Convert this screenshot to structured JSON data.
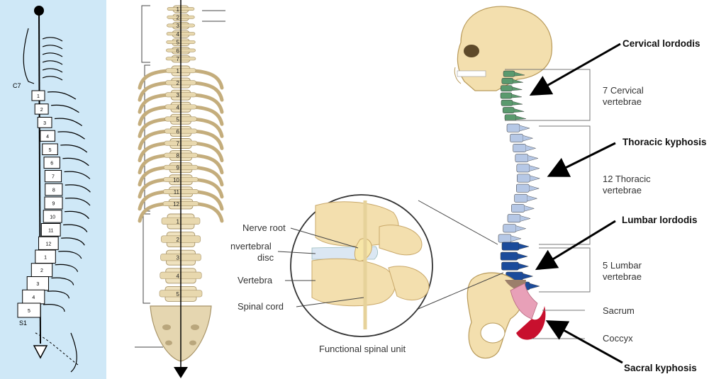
{
  "left_panel": {
    "labels": {
      "c7": "C7",
      "s1": "S1",
      "thoracic": [
        "1",
        "2",
        "3",
        "4",
        "5",
        "6",
        "7",
        "8",
        "9",
        "10",
        "11",
        "12"
      ],
      "lumbar": [
        "1",
        "2",
        "3",
        "4",
        "5"
      ]
    }
  },
  "middle_panel": {
    "labels": {
      "cervical": [
        "1",
        "2",
        "3",
        "4",
        "5",
        "6",
        "7"
      ],
      "thoracic": [
        "1",
        "2",
        "3",
        "4",
        "5",
        "6",
        "7",
        "8",
        "9",
        "10",
        "11",
        "12"
      ],
      "lumbar": [
        "1",
        "2",
        "3",
        "4",
        "5"
      ]
    }
  },
  "right_panel": {
    "inset": {
      "nerve_root": "Nerve root",
      "intervertebral_disc_line1": "nvertebral",
      "intervertebral_disc_line2": "disc",
      "vertebra": "Vertebra",
      "spinal_cord": "Spinal cord",
      "caption": "Functional spinal unit"
    },
    "curves": {
      "cervical": "Cervical lordodis",
      "thoracic": "Thoracic kyphosis",
      "lumbar": "Lumbar lordodis",
      "sacral": "Sacral kyphosis"
    },
    "counts": {
      "cervical_line1": "7 Cervical",
      "cervical_line2": "vertebrae",
      "thoracic_line1": "12 Thoracic",
      "thoracic_line2": "vertebrae",
      "lumbar_line1": "5 Lumbar",
      "lumbar_line2": "vertebrae",
      "sacrum": "Sacrum",
      "coccyx": "Coccyx"
    },
    "colors": {
      "bone": "#f3dfae",
      "cervical": "#5a9a6e",
      "thoracic": "#b6c8e6",
      "lumbar": "#1b4b9b",
      "sacrum": "#e8a0b8",
      "coccyx": "#c8102e"
    }
  }
}
